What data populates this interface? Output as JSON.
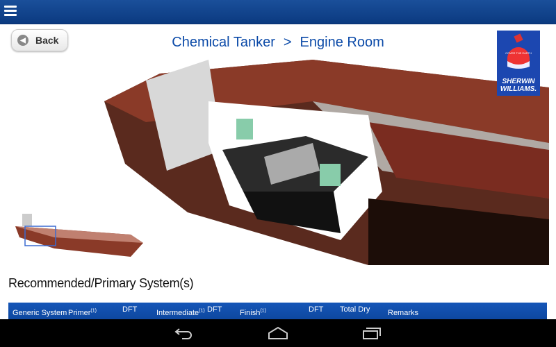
{
  "header": {
    "menu_icon": "hamburger-icon"
  },
  "back_label": "Back",
  "breadcrumb": {
    "parent": "Chemical Tanker",
    "separator": ">",
    "current": "Engine Room"
  },
  "logo": {
    "line1": "SHERWIN",
    "line2": "WILLIAMS.",
    "tagline": "COVER THE EARTH"
  },
  "section_title": "Recommended/Primary System(s)",
  "table": {
    "columns": [
      "Generic System",
      "Primer",
      "DFT",
      "Intermediate",
      "DFT",
      "Finish",
      "DFT",
      "Total Dry",
      "Remarks"
    ],
    "footnote": "(1)"
  },
  "colors": {
    "accent": "#0b4aa8",
    "header_bar": "#0c449a"
  }
}
